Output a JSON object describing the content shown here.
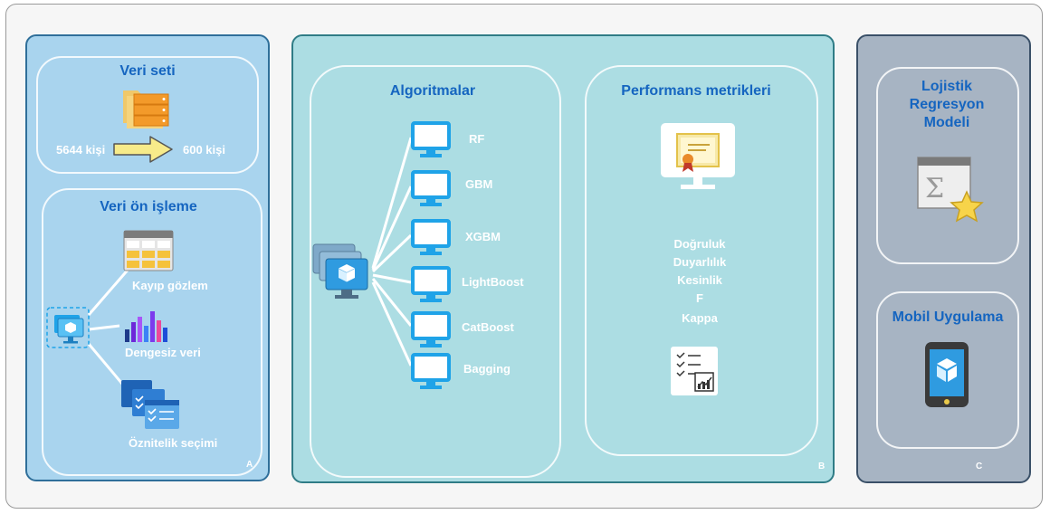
{
  "panelA": {
    "dataset_title": "Veri seti",
    "from_count": "5644 kişi",
    "to_count": "600 kişi",
    "preprocess_title": "Veri ön işleme",
    "steps": [
      "Kayıp gözlem",
      "Dengesiz veri",
      "Öznitelik seçimi"
    ],
    "corner": "A"
  },
  "panelB": {
    "algorithms_title": "Algoritmalar",
    "algorithms": [
      "RF",
      "GBM",
      "XGBM",
      "LightBoost",
      "CatBoost",
      "Bagging"
    ],
    "metrics_title": "Performans metrikleri",
    "metrics": [
      "Doğruluk",
      "Duyarlılık",
      "Kesinlik",
      "F",
      "Kappa"
    ],
    "corner": "B"
  },
  "panelC": {
    "model_title_lines": [
      "Lojistik",
      "Regresyon",
      "Modeli"
    ],
    "app_title": "Mobil Uygulama",
    "corner": "C"
  },
  "colors": {
    "title_blue": "#1565c0",
    "monitor_blue": "#1fa3e8",
    "panel_a_bg": "#a9d4ee",
    "panel_b_bg": "#acdde3",
    "panel_c_bg": "#a7b4c3"
  }
}
